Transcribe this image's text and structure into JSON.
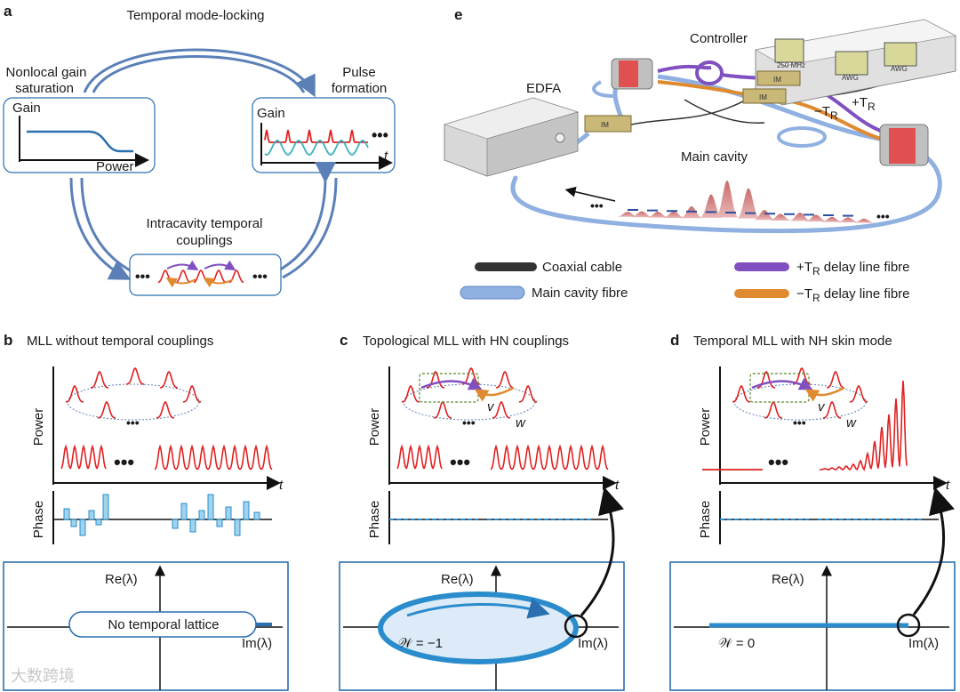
{
  "panels": {
    "a": {
      "letter": "a",
      "title": "Temporal mode-locking",
      "gain_saturation": {
        "line1": "Nonlocal gain",
        "line2": "saturation"
      },
      "pulse_formation": {
        "line1": "Pulse",
        "line2": "formation"
      },
      "gain_box": {
        "ylabel": "Gain",
        "xlabel": "Power"
      },
      "pulse_box": {
        "ylabel": "Gain",
        "xlabel": "t"
      },
      "couplings": {
        "line1": "Intracavity temporal",
        "line2": "couplings"
      }
    },
    "b": {
      "letter": "b",
      "title": "MLL without temporal couplings",
      "power_label": "Power",
      "phase_label": "Phase",
      "t_label": "t",
      "re_label": "Re(λ)",
      "im_label": "Im(λ)",
      "lattice_label": "No temporal lattice"
    },
    "c": {
      "letter": "c",
      "title": "Topological MLL with HN couplings",
      "power_label": "Power",
      "phase_label": "Phase",
      "t_label": "t",
      "re_label": "Re(λ)",
      "im_label": "Im(λ)",
      "v_label": "v",
      "w_label": "w",
      "winding_label": "𝒲 = −1"
    },
    "d": {
      "letter": "d",
      "title": "Temporal MLL with NH skin mode",
      "power_label": "Power",
      "phase_label": "Phase",
      "t_label": "t",
      "re_label": "Re(λ)",
      "im_label": "Im(λ)",
      "v_label": "v",
      "w_label": "w",
      "winding_label": "𝒲 = 0"
    },
    "e": {
      "letter": "e",
      "controller": "Controller",
      "edfa": "EDFA",
      "main_cavity": "Main cavity",
      "plus_tr": "+T",
      "minus_tr": "−T",
      "r_sub": "R",
      "awg1": "AWG",
      "awg2": "AWG",
      "rf": "250 MHz",
      "im_labels": [
        "IM",
        "IM",
        "IM"
      ],
      "legend": {
        "coax": "Coaxial cable",
        "main_fibre": "Main cavity fibre",
        "plus_delay": "delay line fibre",
        "minus_delay": "delay line fibre"
      }
    }
  },
  "colors": {
    "arrow_blue": "#5b80b8",
    "pulse_red": "#e02020",
    "gain_teal": "#3ab0c0",
    "phase_blue": "#2a8ccc",
    "box_border": "#2a6fb0",
    "purple": "#8050c0",
    "orange": "#e08a30",
    "cavity_fibre": "#8fb0e0"
  },
  "watermark": "大数跨境"
}
